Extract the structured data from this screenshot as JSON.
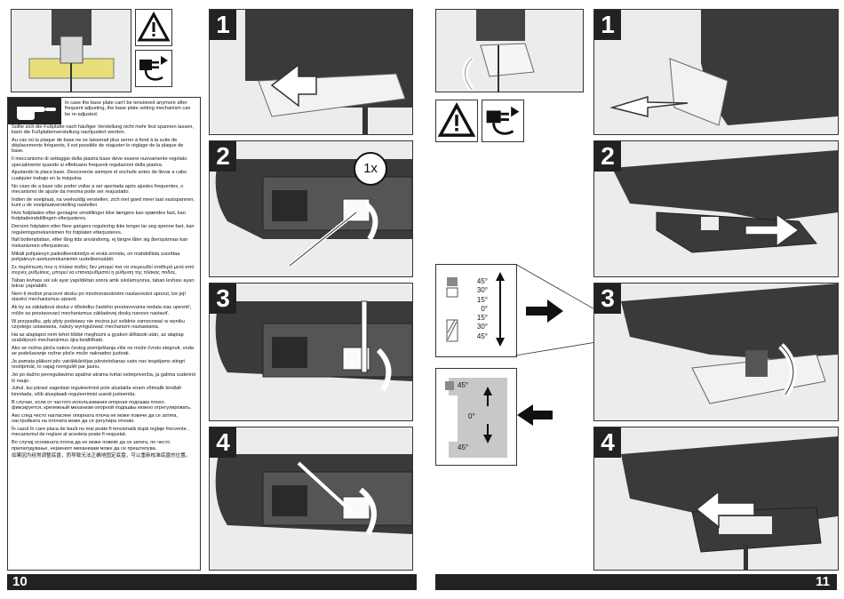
{
  "left_page": {
    "page_number": "10",
    "steps": [
      "1",
      "2",
      "3",
      "4"
    ],
    "once_badge": "1x",
    "instructions": [
      "In case the base plate can't be tensioned anymore after frequent adjusting, the base plate setting mechanism can be re-adjusted.",
      "Sollte sich die Fußplatte nach häufiger Verstellung nicht mehr fest spannen lassen, kann die Fußplattenverstellung nachjustiert werden.",
      "Au cas où la plaque de base ne se laisserait plus serrer à fond à la suite de déplacements fréquents, il est possible de réajuster le réglage de la plaque de base.",
      "Il meccanismo di settaggio della piastra base deve essere nuovamente regolato specialmente quando si effettuano frequenti regolazioni della piastra.",
      "Ajustando la placa base. Desconecte siempre el enchufe antes de llevar a cabo cualquier trabajo en la máquina.",
      "No caso de a base não poder voltar a ser apertada após ajustes frequentes, o mecanismo de ajuste da mesma pode ser reajustado.",
      "Indien de voetplaat, na veelvuldig verstellen, zich niet goed meer laat vastspannen, kunt u de voetplaatverstelling nastellen",
      "Hvis fodpladen efter gentagne omstillinger ikke længere kan spændes fast, kan fodpladeindstillingen efterjusteres.",
      "Dersom fotplaten etter flere gangers regulering ikke lenger lar seg spenne fast, kan reguleringsmekanismen for fotplaten etterjusteres.",
      "Ifall bottenplattan, efter lång tids användning, ej längre låter sig återspännas kan mekanismen efterjusteras.",
      "Mikäli pohjalevyn paikoilleenkiristys ei enää onnistu, on mahdollista suorittaa pohjalevyn asetusmekanismin uudelleensäätö.",
      "Σε περίπτωση που η πλάκα ποδός δεν μπορεί πια να στερεωθεί σταθερά μετά από συχνές ρυθμίσεις, μπορεί να επαναρυθμιστεί η ρύθμιση της πλάκας ποδός.",
      "Taban levhası sık sık ayar yapıldıktan sonra artık sıkılamıyorsa, taban levhası ayarı tekrar yapılabilir.",
      "Není-li možné pracovní desku po mnohonásobném nastavování upnout, lze její stavěcí mechanismus upravit.",
      "Ak by sa základová doska v dôsledku častého prestavovania nedala viac upevniť, môže sa prestavovací mechanizmus základovej dosky nanovo nastaviť.",
      "W przypadku, gdy płyty podstawy nie można już solidnie zamocować w wyniku częstego ustawiania, należy wyregulować mechanizm nastawiania.",
      "Ha az alaplapot nem lehet többé meghúzni a gyakori állítások után, az alaplap szabályozó mechanizmus újra beállítható.",
      "Ako se nožna ploča nakon čestog premještanja više ne može čvrsto stegnuti, onda se podešavanje nožne ploče može naknadno justirati.",
      "Ja pamata plāksni pēc vairākkārtējas pārvietošanas vairs nav iespējams stingri nostiprināt, to vajag noregulēt par jaunu.",
      "Jei po dažno perreguliavimo apatinė atrama tvirtai nebepriveržia, ja galima suderinti iš naujo.",
      "Juhul, kui pärast sagedast reguleerimist pole alustalda enam võimalik kindlalt kinnitada, võib alusplaadi reguleerimist uuesti justeerida.",
      "В случае, если от частого использования опорная подошва плохо фиксируется, крепежный механизм опорной подошвы можно отрегулировать.",
      "Ако след често нагласяне опорната плоча не може повече да се затяга, настройката на плочата може да се регулира отново.",
      "În cazul în care placa de bază nu mai poate fi tensionată după reglaje frecvente , mecanismul de reglare al acesteia poate fi reajustat.",
      "Во случај основната плоча да не може повеќе да се затега, по често прилагодување, нејзиниот механизам може да се прештелува.",
      "如果因为经常调整底盘，而导致无法正确地固定底盘，可以重新校准底盘的位置。"
    ]
  },
  "right_page": {
    "page_number": "11",
    "steps": [
      "1",
      "2",
      "3",
      "4"
    ],
    "angle_scale_top": [
      "45°",
      "30°",
      "15°",
      "0°",
      "15°",
      "30°",
      "45°"
    ],
    "angle_scale_bottom": [
      "45°",
      "0°",
      "45°"
    ]
  },
  "colors": {
    "bar": "#222222",
    "illustration_bg": "#ececec",
    "arrow_fill": "#ffffff"
  },
  "icons": [
    "warning-triangle-icon",
    "unplug-icon",
    "hand-pointer-icon",
    "arrow-right-icon",
    "arrow-left-icon"
  ]
}
